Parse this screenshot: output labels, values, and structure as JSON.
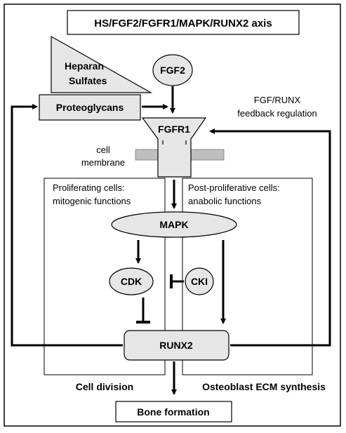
{
  "title": "HS/FGF2/FGFR1/MAPK/RUNX2 axis",
  "heparan": {
    "line1": "Heparan",
    "line2": "Sulfates"
  },
  "fgf2": "FGF2",
  "proteoglycans": "Proteoglycans",
  "fgfr1": "FGFR1",
  "feedback": {
    "line1": "FGF/RUNX",
    "line2": "feedback regulation"
  },
  "membrane": {
    "line1": "cell",
    "line2": "membrane"
  },
  "proliferating": {
    "line1": "Proliferating cells:",
    "line2": "mitogenic functions"
  },
  "postproliferative": {
    "line1": "Post-proliferative cells:",
    "line2": "anabolic functions"
  },
  "mapk": "MAPK",
  "cdk": "CDK",
  "cki": "CKI",
  "runx2": "RUNX2",
  "cell_division": "Cell division",
  "osteoblast": "Osteoblast ECM synthesis",
  "bone_formation": "Bone formation"
}
